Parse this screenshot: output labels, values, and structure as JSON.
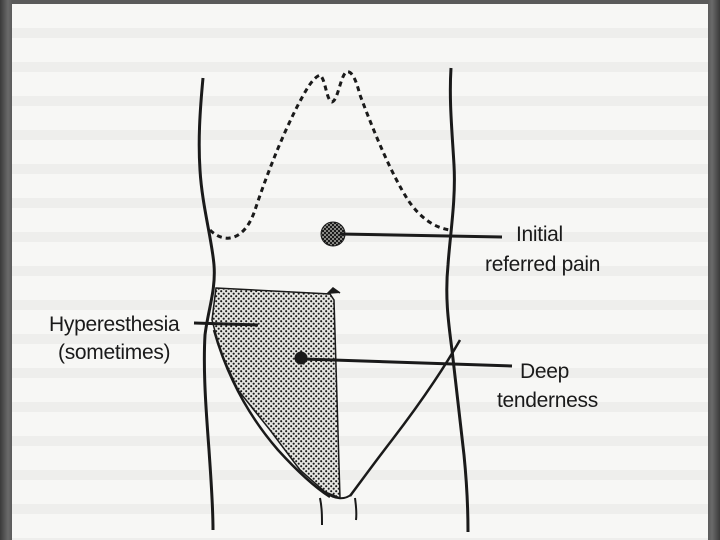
{
  "labels": {
    "initial_line1": "Initial",
    "initial_line2": "referred pain",
    "hyper_line1": "Hyperesthesia",
    "hyper_line2": "(sometimes)",
    "deep_line1": "Deep",
    "deep_line2": "tenderness"
  },
  "colors": {
    "ink": "#1a1a1a",
    "paper": "#f7f7f5",
    "frame": "#4a4a4a"
  }
}
